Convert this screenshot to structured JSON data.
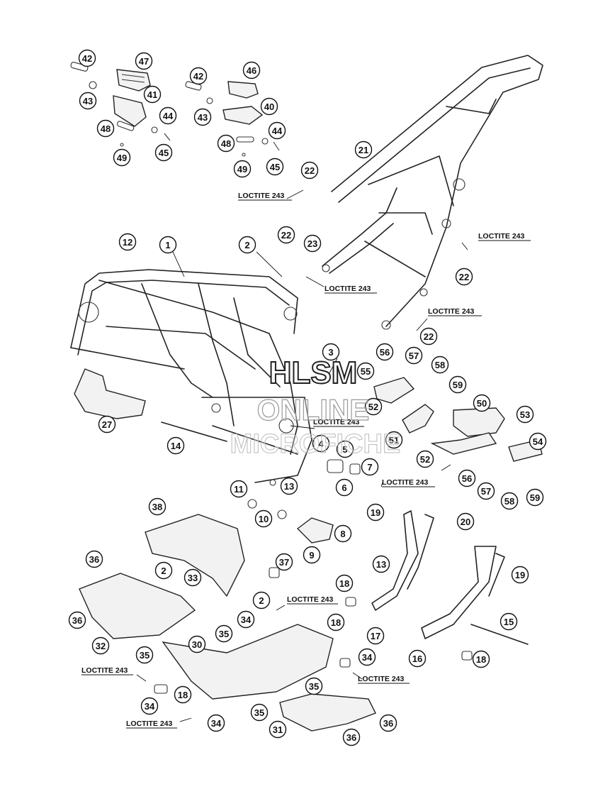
{
  "callouts": [
    {
      "n": "1"
    },
    {
      "n": "2"
    },
    {
      "n": "2"
    },
    {
      "n": "2"
    },
    {
      "n": "3"
    },
    {
      "n": "4"
    },
    {
      "n": "5"
    },
    {
      "n": "6"
    },
    {
      "n": "7"
    },
    {
      "n": "8"
    },
    {
      "n": "9"
    },
    {
      "n": "10"
    },
    {
      "n": "11"
    },
    {
      "n": "12"
    },
    {
      "n": "13"
    },
    {
      "n": "13"
    },
    {
      "n": "14"
    },
    {
      "n": "15"
    },
    {
      "n": "16"
    },
    {
      "n": "17"
    },
    {
      "n": "18"
    },
    {
      "n": "18"
    },
    {
      "n": "18"
    },
    {
      "n": "18"
    },
    {
      "n": "19"
    },
    {
      "n": "19"
    },
    {
      "n": "20"
    },
    {
      "n": "21"
    },
    {
      "n": "22"
    },
    {
      "n": "22"
    },
    {
      "n": "22"
    },
    {
      "n": "22"
    },
    {
      "n": "23"
    },
    {
      "n": "27"
    },
    {
      "n": "30"
    },
    {
      "n": "31"
    },
    {
      "n": "32"
    },
    {
      "n": "33"
    },
    {
      "n": "34"
    },
    {
      "n": "34"
    },
    {
      "n": "34"
    },
    {
      "n": "34"
    },
    {
      "n": "35"
    },
    {
      "n": "35"
    },
    {
      "n": "35"
    },
    {
      "n": "35"
    },
    {
      "n": "36"
    },
    {
      "n": "36"
    },
    {
      "n": "36"
    },
    {
      "n": "36"
    },
    {
      "n": "37"
    },
    {
      "n": "38"
    },
    {
      "n": "40"
    },
    {
      "n": "41"
    },
    {
      "n": "42"
    },
    {
      "n": "42"
    },
    {
      "n": "43"
    },
    {
      "n": "43"
    },
    {
      "n": "44"
    },
    {
      "n": "44"
    },
    {
      "n": "45"
    },
    {
      "n": "45"
    },
    {
      "n": "46"
    },
    {
      "n": "47"
    },
    {
      "n": "48"
    },
    {
      "n": "48"
    },
    {
      "n": "49"
    },
    {
      "n": "49"
    },
    {
      "n": "50"
    },
    {
      "n": "51"
    },
    {
      "n": "52"
    },
    {
      "n": "52"
    },
    {
      "n": "53"
    },
    {
      "n": "54"
    },
    {
      "n": "55"
    },
    {
      "n": "56"
    },
    {
      "n": "56"
    },
    {
      "n": "57"
    },
    {
      "n": "57"
    },
    {
      "n": "58"
    },
    {
      "n": "58"
    },
    {
      "n": "59"
    },
    {
      "n": "59"
    }
  ],
  "loctite_labels": [
    "LOCTITE 243",
    "LOCTITE 243",
    "LOCTITE 243",
    "LOCTITE 243",
    "LOCTITE 243",
    "LOCTITE 243",
    "LOCTITE 243",
    "LOCTITE 243",
    "LOCTITE 243",
    "LOCTITE 243"
  ],
  "watermark": {
    "line1": "HLSM",
    "line2": "ONLINE",
    "line3": "MICROFICHE"
  }
}
